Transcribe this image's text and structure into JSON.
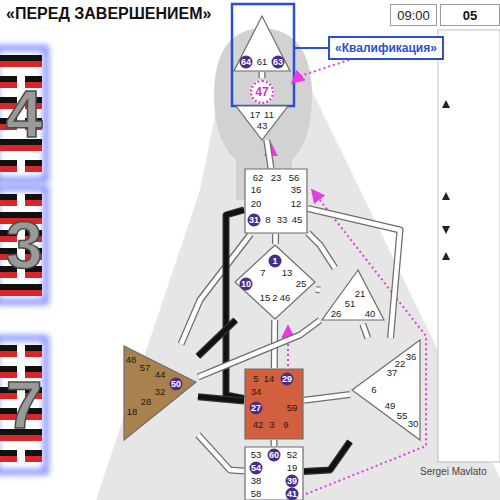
{
  "diagram": {
    "title": "«ПЕРЕД ЗАВЕРШЕНИЕМ»",
    "nodes": [
      {
        "text": [
          "09:00"
        ]
      },
      {
        "text": [
          "05"
        ]
      },
      {
        "text": [
          "«Квалификация»"
        ]
      },
      {
        "text": [
          "64",
          "61",
          "63"
        ]
      },
      {
        "text": [
          "47",
          "17",
          "11",
          "43"
        ]
      },
      {
        "text": [
          "62",
          "23",
          "56",
          "16",
          "35",
          "20",
          "12",
          "31",
          "8",
          "33",
          "45"
        ]
      },
      {
        "text": [
          "1",
          "7",
          "13",
          "10",
          "25",
          "15",
          "2",
          "46"
        ]
      },
      {
        "text": [
          "21",
          "51",
          "26",
          "40"
        ]
      },
      {
        "text": [
          "48",
          "57",
          "44",
          "50",
          "32",
          "28",
          "18"
        ]
      },
      {
        "text": [
          "5",
          "14",
          "29",
          "34",
          "27",
          "59",
          "42",
          "3",
          "9"
        ]
      },
      {
        "text": [
          "36",
          "22",
          "37",
          "6",
          "49",
          "55",
          "30"
        ]
      },
      {
        "text": [
          "53",
          "60",
          "52",
          "54",
          "19",
          "38",
          "39",
          "58",
          "41"
        ]
      }
    ],
    "edges": [
      {
        "from": 2,
        "to": 4,
        "arrow": "to"
      },
      {
        "from": 3,
        "to": 4,
        "arrow": "none"
      },
      {
        "from": 4,
        "to": 5,
        "arrow": "none"
      },
      {
        "from": 5,
        "to": 6,
        "arrow": "none"
      },
      {
        "from": 5,
        "to": 7,
        "arrow": "none"
      },
      {
        "from": 5,
        "to": 8,
        "arrow": "none"
      },
      {
        "from": 5,
        "to": 10,
        "arrow": "none"
      },
      {
        "from": 5,
        "to": 9,
        "arrow": "none"
      },
      {
        "from": 6,
        "to": 7,
        "arrow": "none"
      },
      {
        "from": 6,
        "to": 9,
        "arrow": "none"
      },
      {
        "from": 6,
        "to": 8,
        "arrow": "none"
      },
      {
        "from": 7,
        "to": 8,
        "arrow": "none"
      },
      {
        "from": 7,
        "to": 10,
        "arrow": "none"
      },
      {
        "from": 8,
        "to": 9,
        "arrow": "none"
      },
      {
        "from": 8,
        "to": 11,
        "arrow": "none"
      },
      {
        "from": 9,
        "to": 11,
        "arrow": "none"
      },
      {
        "from": 9,
        "to": 10,
        "arrow": "none"
      },
      {
        "from": 10,
        "to": 11,
        "arrow": "none"
      }
    ],
    "labels": [
      "4",
      "3",
      "7",
      "Sergei Mavlato"
    ]
  }
}
